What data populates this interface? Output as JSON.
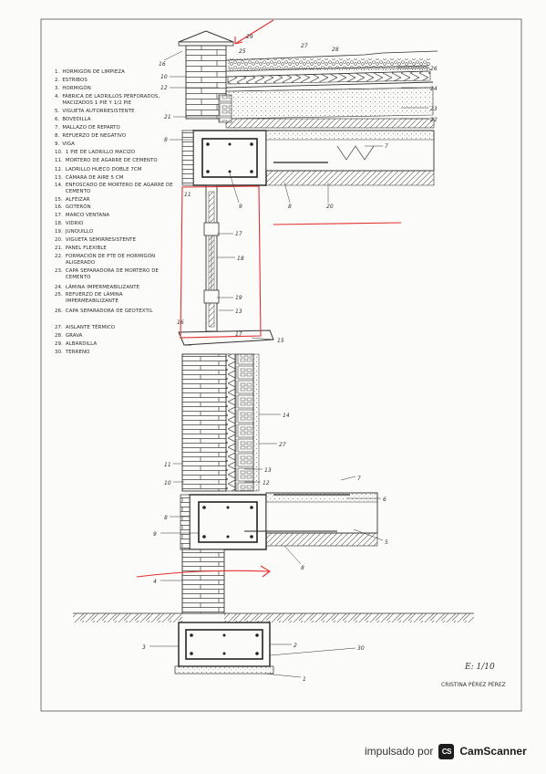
{
  "legend": [
    {
      "num": "1.",
      "text": "Hormigón de limpieza"
    },
    {
      "num": "2.",
      "text": "Estribos"
    },
    {
      "num": "3.",
      "text": "Hormigón"
    },
    {
      "num": "4.",
      "text": "Fábrica de ladrillos perforados, macizados 1 pie y 1/2 pie"
    },
    {
      "num": "5.",
      "text": "Vigueta autorresistente"
    },
    {
      "num": "6.",
      "text": "Bovedilla"
    },
    {
      "num": "7.",
      "text": "Mallazo de reparto"
    },
    {
      "num": "8.",
      "text": "Refuerzo de negativo"
    },
    {
      "num": "9.",
      "text": "Viga"
    },
    {
      "num": "10.",
      "text": "1 pie de ladrillo macizo"
    },
    {
      "num": "11.",
      "text": "Mortero de agarre de cemento"
    },
    {
      "num": "12.",
      "text": "Ladrillo hueco doble 7cm"
    },
    {
      "num": "13.",
      "text": "Cámara de aire 5 cm"
    },
    {
      "num": "14.",
      "text": "Enfoscado de mortero de agarre de cemento"
    },
    {
      "num": "15.",
      "text": "Alféizar"
    },
    {
      "num": "16.",
      "text": "Goterón"
    },
    {
      "num": "17.",
      "text": "Marco ventana"
    },
    {
      "num": "18.",
      "text": "Vidrio"
    },
    {
      "num": "19.",
      "text": "Junquillo"
    },
    {
      "num": "20.",
      "text": "Vigueta semirresistente"
    },
    {
      "num": "21.",
      "text": "Panel flexible"
    },
    {
      "num": "22.",
      "text": "Formación de pte de hormigón aligerado"
    },
    {
      "num": "23.",
      "text": "Capa separadora de mortero de cemento"
    },
    {
      "num": "24.",
      "text": "Lámina impermeabilizante"
    },
    {
      "num": "25.",
      "text": "Refuerzo de lámina impermeabilizante"
    },
    {
      "num": "26.",
      "text": "Capa separadora de geotextil"
    },
    {
      "num": "27.",
      "text": "Aislante térmico"
    },
    {
      "num": "28.",
      "text": "Grava"
    },
    {
      "num": "29.",
      "text": "Albardilla"
    },
    {
      "num": "30.",
      "text": "Terreno"
    }
  ],
  "scale": "E: 1/10",
  "author": "Cristina Pérez Pérez",
  "footer": {
    "prefix": "impulsado por",
    "logo": "CS",
    "brand": "CamScanner"
  },
  "callouts": {
    "c29": "29",
    "c25": "25",
    "c27": "27",
    "c28": "28",
    "c16top": "16",
    "c10top": "10",
    "c26": "26",
    "c24": "24",
    "c12top": "12",
    "c23": "23",
    "c22": "22",
    "c21": "21",
    "c8top": "8",
    "c7top": "7",
    "c9top": "9",
    "c8top2": "8",
    "c20": "20",
    "c11top": "11",
    "c17a": "17",
    "c18": "18",
    "c19": "19",
    "c13a": "13",
    "c16mid": "16",
    "c17b": "17",
    "c15": "15",
    "c14": "14",
    "c27b": "27",
    "c11": "11",
    "c13b": "13",
    "c10": "10",
    "c12": "12",
    "c7": "7",
    "c6": "6",
    "c8": "8",
    "c9": "9",
    "c5": "5",
    "c8b": "8",
    "c4": "4",
    "c3": "3",
    "c2": "2",
    "c30": "30",
    "c1": "1"
  },
  "colors": {
    "ink": "#2f2f2f",
    "red": "#e53030",
    "paper": "#fbfbf9"
  }
}
